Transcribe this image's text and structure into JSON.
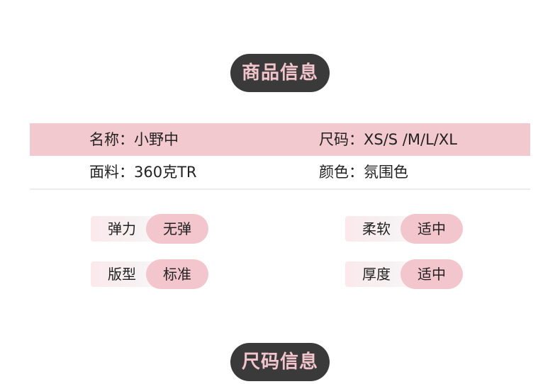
{
  "sections": {
    "product_info_title": "商品信息",
    "size_info_title": "尺码信息"
  },
  "info": {
    "name": "名称：小野中",
    "sizes": "尺码：XS/S /M/L/XL",
    "fabric": "面料：360克TR",
    "color": "颜色：氛围色"
  },
  "attributes": {
    "elastic": {
      "label": "弹力",
      "value": "无弹"
    },
    "softness": {
      "label": "柔软",
      "value": "适中"
    },
    "fit": {
      "label": "版型",
      "value": "标准"
    },
    "thickness": {
      "label": "厚度",
      "value": "适中"
    }
  },
  "colors": {
    "pill_bg": "#3a3a3a",
    "pill_text": "#f2c4cc",
    "row_pink": "#f2c9ce",
    "value_pink": "#f2c6cc"
  }
}
